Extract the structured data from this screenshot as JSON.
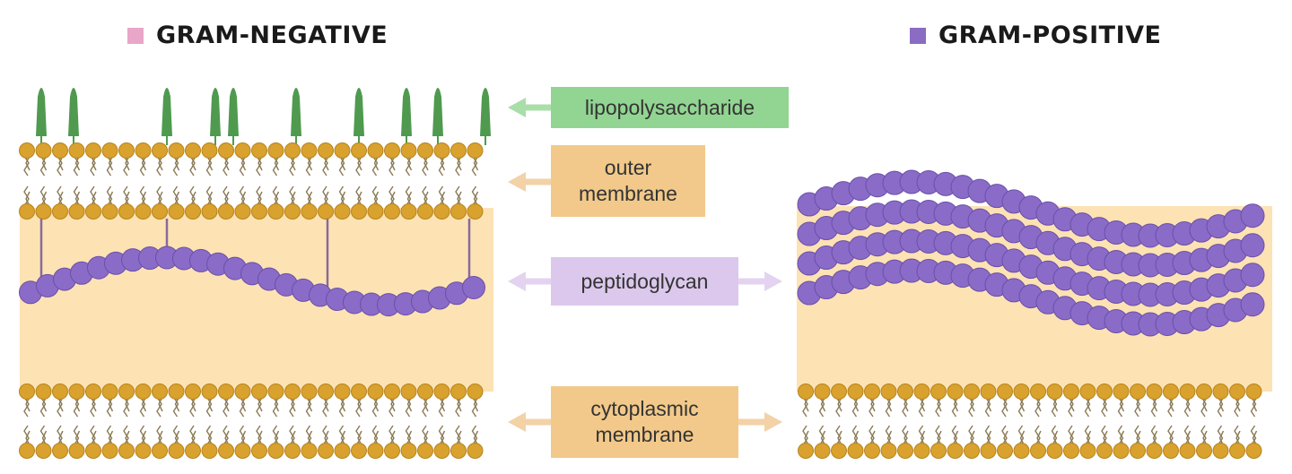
{
  "legend": {
    "gram_negative": {
      "label": "GRAM-NEGATIVE",
      "color": "#e8a6c8"
    },
    "gram_positive": {
      "label": "GRAM-POSITIVE",
      "color": "#8a6cc2"
    }
  },
  "labels": {
    "lipopolysaccharide": {
      "text": "lipopolysaccharide",
      "bg": "#92d492",
      "arrow": "#a9dea9"
    },
    "outer_membrane": {
      "line1": "outer",
      "line2": "membrane",
      "bg": "#f2c98a",
      "arrow": "#f2d2a6"
    },
    "peptidoglycan": {
      "text": "peptidoglycan",
      "bg": "#dcc8ec",
      "arrow": "#e4d3f0"
    },
    "cytoplasmic_membrane": {
      "line1": "cytoplasmic",
      "line2": "membrane",
      "bg": "#f2c98a",
      "arrow": "#f2d2a6"
    }
  },
  "colors": {
    "periplasm": "#fde2b4",
    "lipid_head": "#d9a12e",
    "lipid_head_edge": "#b7841c",
    "lipid_tail": "#8a7a55",
    "lps": "#4f9a4f",
    "peptidoglycan_bead": "#8a6cc8",
    "peptidoglycan_edge": "#6a4fa8",
    "linker": "#8a6a9a"
  }
}
